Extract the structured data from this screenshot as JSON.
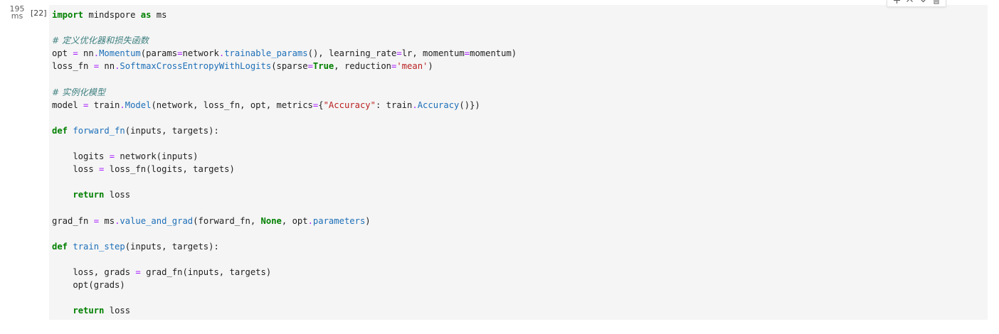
{
  "cell": {
    "execution_time_value": "195",
    "execution_time_unit": "ms",
    "execution_count": "[22]"
  },
  "toolbar": {
    "icons": [
      "plus-icon",
      "chevron-up-icon",
      "chevron-down-icon",
      "trash-icon"
    ]
  },
  "code": {
    "lines": [
      [
        {
          "t": "kw",
          "v": "import"
        },
        {
          "t": "",
          "v": " mindspore "
        },
        {
          "t": "kw",
          "v": "as"
        },
        {
          "t": "",
          "v": " ms"
        }
      ],
      [],
      [
        {
          "t": "cm",
          "v": "# 定义优化器和损失函数"
        }
      ],
      [
        {
          "t": "",
          "v": "opt "
        },
        {
          "t": "op",
          "v": "="
        },
        {
          "t": "",
          "v": " nn"
        },
        {
          "t": "op",
          "v": "."
        },
        {
          "t": "fn",
          "v": "Momentum"
        },
        {
          "t": "",
          "v": "(params"
        },
        {
          "t": "op",
          "v": "="
        },
        {
          "t": "",
          "v": "network"
        },
        {
          "t": "op",
          "v": "."
        },
        {
          "t": "fn",
          "v": "trainable_params"
        },
        {
          "t": "",
          "v": "(), learning_rate"
        },
        {
          "t": "op",
          "v": "="
        },
        {
          "t": "",
          "v": "lr, momentum"
        },
        {
          "t": "op",
          "v": "="
        },
        {
          "t": "",
          "v": "momentum)"
        }
      ],
      [
        {
          "t": "",
          "v": "loss_fn "
        },
        {
          "t": "op",
          "v": "="
        },
        {
          "t": "",
          "v": " nn"
        },
        {
          "t": "op",
          "v": "."
        },
        {
          "t": "fn",
          "v": "SoftmaxCrossEntropyWithLogits"
        },
        {
          "t": "",
          "v": "(sparse"
        },
        {
          "t": "op",
          "v": "="
        },
        {
          "t": "kw",
          "v": "True"
        },
        {
          "t": "",
          "v": ", reduction"
        },
        {
          "t": "op",
          "v": "="
        },
        {
          "t": "str",
          "v": "'mean'"
        },
        {
          "t": "",
          "v": ")"
        }
      ],
      [],
      [
        {
          "t": "cm",
          "v": "# 实例化模型"
        }
      ],
      [
        {
          "t": "",
          "v": "model "
        },
        {
          "t": "op",
          "v": "="
        },
        {
          "t": "",
          "v": " train"
        },
        {
          "t": "op",
          "v": "."
        },
        {
          "t": "fn",
          "v": "Model"
        },
        {
          "t": "",
          "v": "(network, loss_fn, opt, metrics"
        },
        {
          "t": "op",
          "v": "="
        },
        {
          "t": "",
          "v": "{"
        },
        {
          "t": "str",
          "v": "\"Accuracy\""
        },
        {
          "t": "",
          "v": ": train"
        },
        {
          "t": "op",
          "v": "."
        },
        {
          "t": "fn",
          "v": "Accuracy"
        },
        {
          "t": "",
          "v": "()})"
        }
      ],
      [],
      [
        {
          "t": "kw",
          "v": "def"
        },
        {
          "t": "",
          "v": " "
        },
        {
          "t": "fn",
          "v": "forward_fn"
        },
        {
          "t": "",
          "v": "(inputs, targets):"
        }
      ],
      [],
      [
        {
          "t": "",
          "v": "    logits "
        },
        {
          "t": "op",
          "v": "="
        },
        {
          "t": "",
          "v": " network(inputs)"
        }
      ],
      [
        {
          "t": "",
          "v": "    loss "
        },
        {
          "t": "op",
          "v": "="
        },
        {
          "t": "",
          "v": " loss_fn(logits, targets)"
        }
      ],
      [],
      [
        {
          "t": "",
          "v": "    "
        },
        {
          "t": "kw",
          "v": "return"
        },
        {
          "t": "",
          "v": " loss"
        }
      ],
      [],
      [
        {
          "t": "",
          "v": "grad_fn "
        },
        {
          "t": "op",
          "v": "="
        },
        {
          "t": "",
          "v": " ms"
        },
        {
          "t": "op",
          "v": "."
        },
        {
          "t": "fn",
          "v": "value_and_grad"
        },
        {
          "t": "",
          "v": "(forward_fn, "
        },
        {
          "t": "kw",
          "v": "None"
        },
        {
          "t": "",
          "v": ", opt"
        },
        {
          "t": "op",
          "v": "."
        },
        {
          "t": "fn",
          "v": "parameters"
        },
        {
          "t": "",
          "v": ")"
        }
      ],
      [],
      [
        {
          "t": "kw",
          "v": "def"
        },
        {
          "t": "",
          "v": " "
        },
        {
          "t": "fn",
          "v": "train_step"
        },
        {
          "t": "",
          "v": "(inputs, targets):"
        }
      ],
      [],
      [
        {
          "t": "",
          "v": "    loss, grads "
        },
        {
          "t": "op",
          "v": "="
        },
        {
          "t": "",
          "v": " grad_fn(inputs, targets)"
        }
      ],
      [
        {
          "t": "",
          "v": "    opt(grads)"
        }
      ],
      [],
      [
        {
          "t": "",
          "v": "    "
        },
        {
          "t": "kw",
          "v": "return"
        },
        {
          "t": "",
          "v": " loss"
        }
      ]
    ]
  }
}
